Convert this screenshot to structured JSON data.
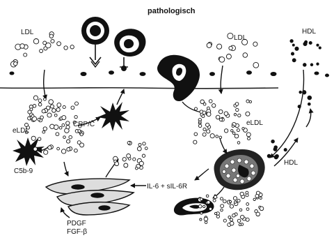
{
  "title": "pathologisch",
  "labels": {
    "ldl_left": "LDL",
    "ldl_right": "LDL",
    "hdl_top": "HDL",
    "hdl_mid": "HDL",
    "eldl_left": "eLDL",
    "eldl_right": "eLDL",
    "crp": "CRP/C̄",
    "c5b9": "C5b-9",
    "il6": "IL-6 + sIL-6R",
    "pdgf": "PDGF",
    "fgf": "FGF-β"
  }
}
